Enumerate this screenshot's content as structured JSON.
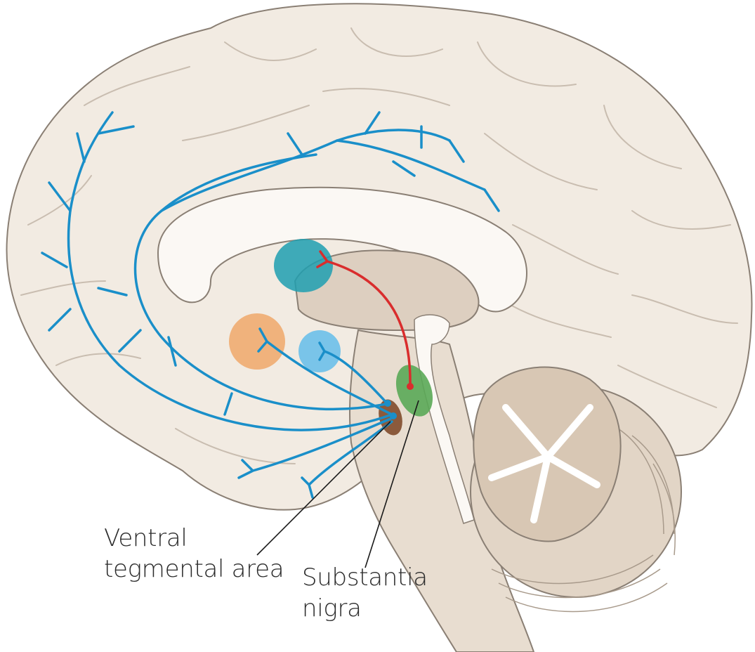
{
  "labels": {
    "vta": [
      "Ventral",
      "tegmental area"
    ],
    "sn": [
      "Substantia",
      "nigra"
    ]
  },
  "colors": {
    "brain_fill": "#f2ebe2",
    "brain_outline": "#8a7f74",
    "deep_fill": "#ddcfc0",
    "white_fill": "#fbf8f4",
    "pathway_blue": "#1a8fc9",
    "pathway_red": "#d92d2d",
    "striatum": "#1e9fb0",
    "orange_region": "#f0a86a",
    "blue_region": "#6cc0ea",
    "substantia_nigra": "#5aa957",
    "vta": "#8b5a3c",
    "leader": "#1a1a1a"
  }
}
